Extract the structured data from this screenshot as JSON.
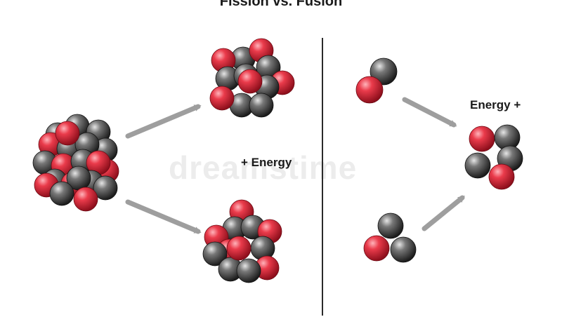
{
  "title": "Fission vs. Fusion",
  "fission_label": "+ Energy",
  "fusion_label": "Energy +",
  "watermark": "dreamstime",
  "colors": {
    "proton": "#e0293a",
    "neutron": "#4a4a4a",
    "arrow": "#9e9e9e",
    "divider": "#2a2a2a"
  }
}
